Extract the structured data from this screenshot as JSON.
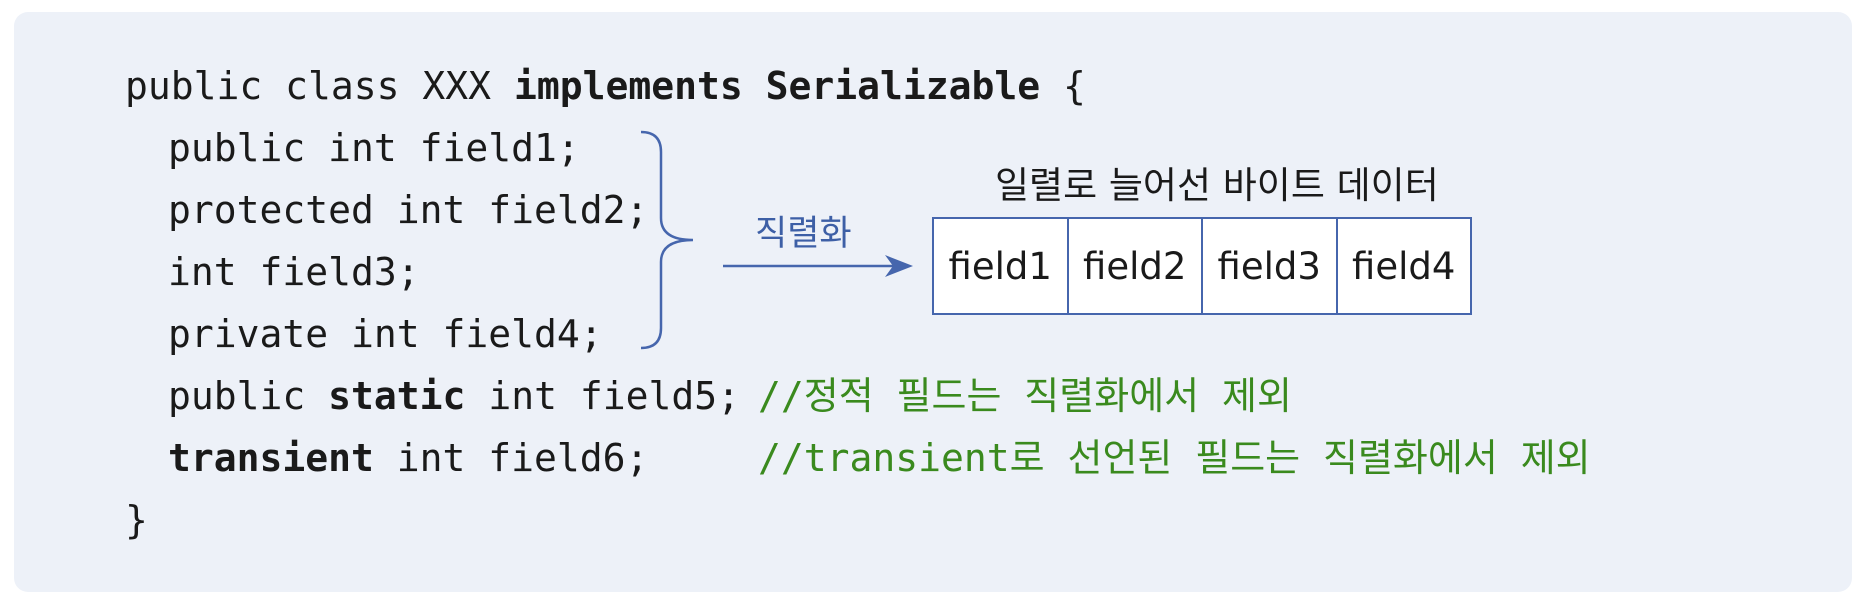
{
  "code": {
    "line1": {
      "a": "public class XXX ",
      "b": "implements Serializable",
      "c": " {"
    },
    "line2": "public int field1;",
    "line3": "protected int field2;",
    "line4": "int field3;",
    "line5": "private int field4;",
    "line6": {
      "a": "public ",
      "b": "static",
      "c": " int field5;"
    },
    "line7": {
      "b": "transient",
      "c": " int field6;"
    },
    "line8": "}"
  },
  "comments": {
    "static": "//정적 필드는 직렬화에서 제외",
    "transient": "//transient로 선언된 필드는 직렬화에서 제외"
  },
  "arrow_label": "직렬화",
  "byte_caption": "일렬로 늘어선 바이트 데이터",
  "bytes": [
    "field1",
    "field2",
    "field3",
    "field4"
  ],
  "colors": {
    "background": "#edf1f8",
    "accent": "#4666ad",
    "comment": "#3a8a1e"
  }
}
